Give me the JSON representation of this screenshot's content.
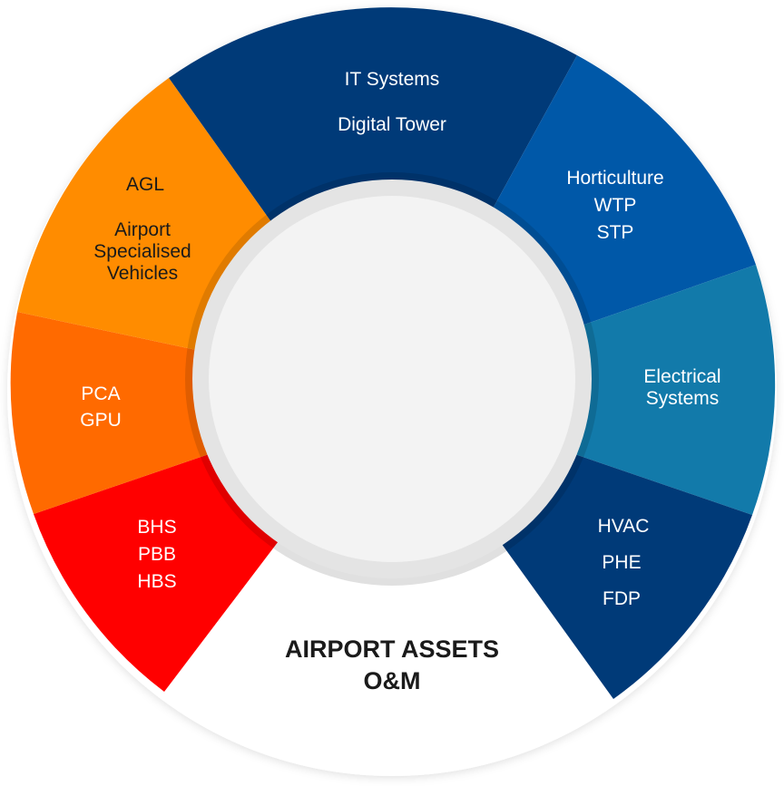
{
  "diagram": {
    "title_lines": [
      "AIRPORT ASSETS",
      "O&M"
    ],
    "segments": [
      {
        "id": "it",
        "color": "#003a78",
        "lines": [
          "IT Systems",
          "Digital Tower"
        ]
      },
      {
        "id": "horticulture",
        "color": "#0058a8",
        "lines": [
          "Horticulture",
          "WTP",
          "STP"
        ]
      },
      {
        "id": "electrical",
        "color": "#127aaa",
        "lines": [
          "Electrical",
          "Systems"
        ]
      },
      {
        "id": "hvac",
        "color": "#003a78",
        "lines": [
          "HVAC",
          "PHE",
          "FDP"
        ]
      },
      {
        "id": "bhs",
        "color": "#ff0000",
        "lines": [
          "BHS",
          "PBB",
          "HBS"
        ]
      },
      {
        "id": "pca",
        "color": "#ff6a00",
        "lines": [
          "PCA",
          "GPU"
        ]
      },
      {
        "id": "agl",
        "color": "#ff8c00",
        "lines": [
          "AGL",
          "Airport",
          "Specialised",
          "Vehicles"
        ]
      }
    ],
    "colors": {
      "hub": "#f3f3f3",
      "hub_ring": "#e4e4e4",
      "bottom_gap": "#ffffff"
    }
  }
}
